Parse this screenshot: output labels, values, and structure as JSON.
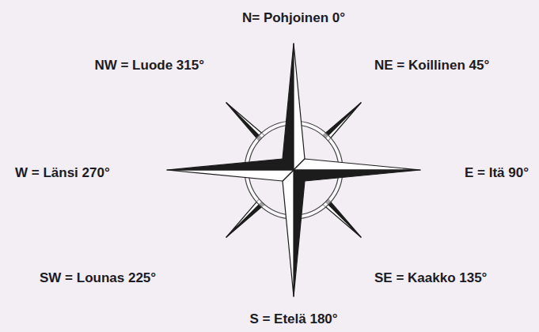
{
  "diagram": {
    "labels": [
      "N= Pohjoinen 0°",
      "NW = Luode 315°",
      "NE = Koillinen 45°",
      "W = Länsi 270°",
      "E = Itä 90°",
      "SW = Lounas 225°",
      "SE = Kaakko 135°",
      "S = Etelä 180°"
    ]
  }
}
